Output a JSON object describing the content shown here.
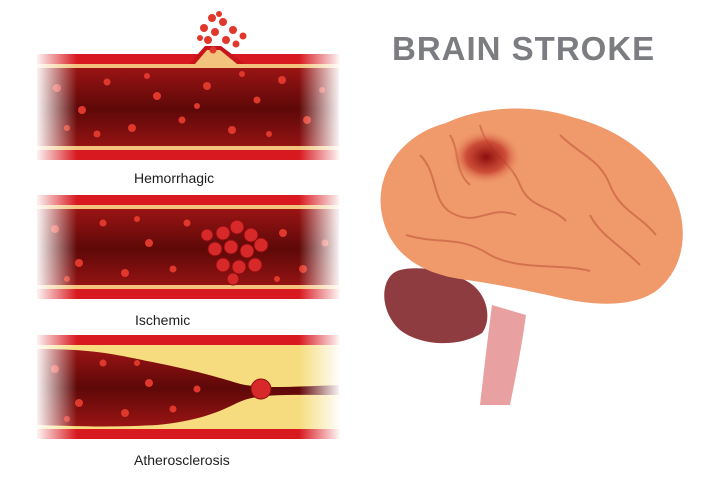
{
  "title": "BRAIN STROKE",
  "panels": [
    {
      "label": "Hemorrhagic",
      "icon": "hemorrhagic-vessel-illustration"
    },
    {
      "label": "Ischemic",
      "icon": "ischemic-vessel-illustration"
    },
    {
      "label": "Atherosclerosis",
      "icon": "atherosclerosis-vessel-illustration"
    }
  ],
  "illustration": "brain-illustration",
  "colors": {
    "vessel_wall": "#c7141b",
    "vessel_lumen": "#7a0b0b",
    "blood_cell": "#e0382c",
    "plaque": "#f6dc7e",
    "brain": "#f09a6c",
    "cerebellum": "#8e3c40",
    "stroke_spot": "#8a0d0d",
    "title": "#7b7d80"
  }
}
